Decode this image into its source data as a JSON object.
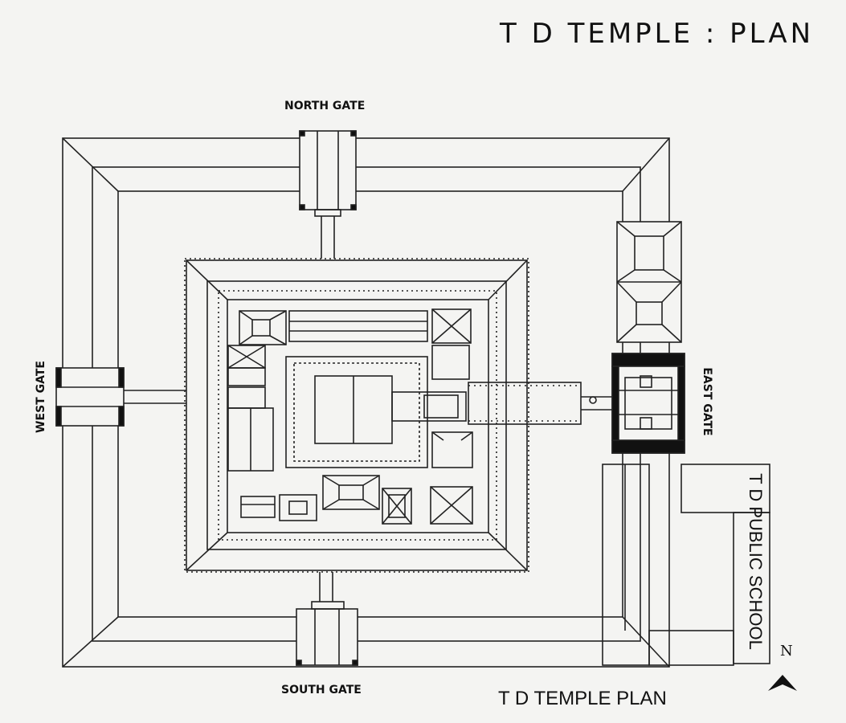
{
  "title": "T D TEMPLE : PLAN",
  "gates": {
    "north": "NORTH GATE",
    "south": "SOUTH GATE",
    "east": "EAST GATE",
    "west": "WEST GATE"
  },
  "school_label": "T D PUBLIC SCHOOL",
  "caption": "T D TEMPLE PLAN",
  "north_arrow": {
    "letter": "N",
    "icon": "north-arrow-icon"
  },
  "colors": {
    "ink": "#111111",
    "paper": "#f4f4f2"
  }
}
